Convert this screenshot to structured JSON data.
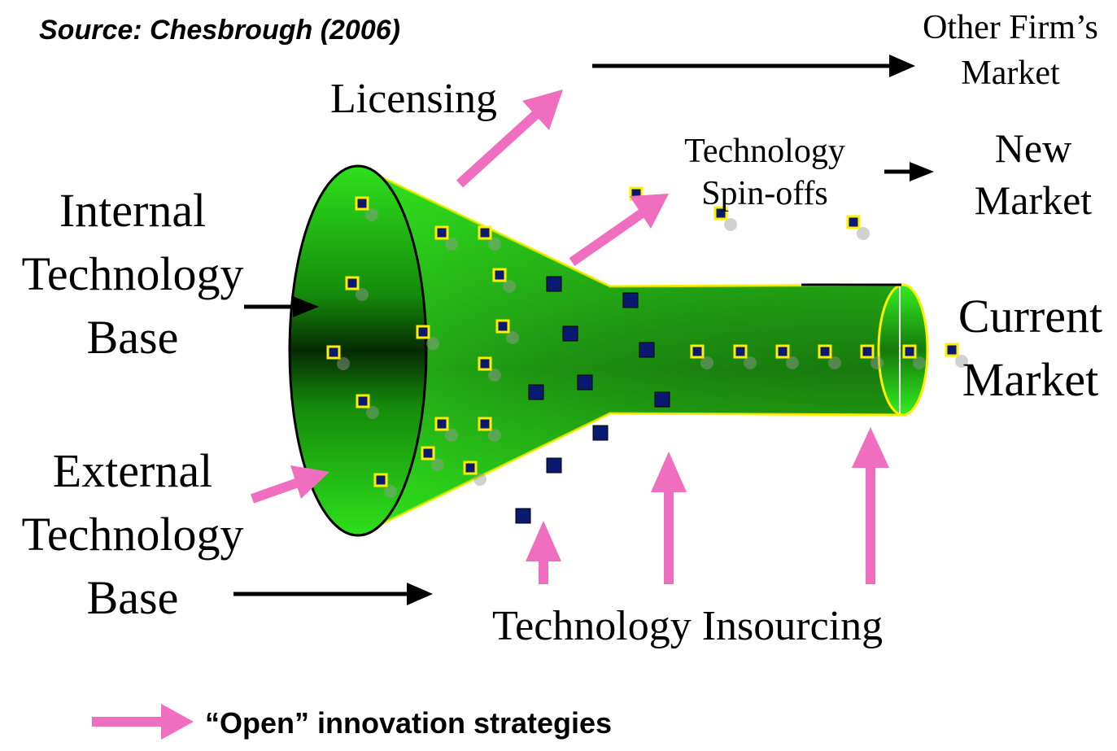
{
  "source": "Source: Chesbrough (2006)",
  "labels": {
    "internal_base": [
      "Internal",
      "Technology",
      "Base"
    ],
    "external_base": [
      "External",
      "Technology",
      "Base"
    ],
    "licensing": "Licensing",
    "spinoffs": [
      "Technology",
      "Spin-offs"
    ],
    "other_market": [
      "Other Firm’s",
      "Market"
    ],
    "new_market": [
      "New",
      "Market"
    ],
    "current_market": [
      "Current",
      "Market"
    ],
    "insourcing": "Technology Insourcing"
  },
  "legend": {
    "label": "“Open” innovation strategies"
  },
  "colors": {
    "funnel_green": "#33ee22",
    "funnel_dark": "#0b3a06",
    "funnel_outline": "#ffee00",
    "open_arrow_pink": "#f06ec0",
    "flow_arrow_black": "#000000",
    "project_dot": "#0a1a70"
  }
}
